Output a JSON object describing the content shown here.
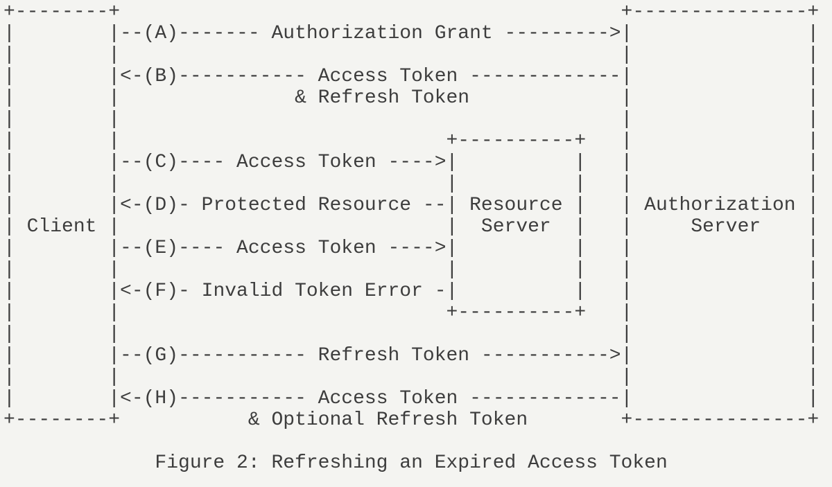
{
  "colors": {
    "background": "#f4f4f1",
    "ink": "#3d3d3d"
  },
  "figure": {
    "caption": "Figure 2: Refreshing an Expired Access Token",
    "lines": [
      "+--------+                                           +---------------+",
      "|        |--(A)------- Authorization Grant --------->|               |",
      "|        |                                           |               |",
      "|        |<-(B)----------- Access Token -------------|               |",
      "|        |               & Refresh Token             |               |",
      "|        |                                           |               |",
      "|        |                            +----------+   |               |",
      "|        |--(C)---- Access Token ---->|          |   |               |",
      "|        |                            |          |   |               |",
      "|        |<-(D)- Protected Resource --| Resource |   | Authorization |",
      "| Client |                            |  Server  |   |     Server    |",
      "|        |--(E)---- Access Token ---->|          |   |               |",
      "|        |                            |          |   |               |",
      "|        |<-(F)- Invalid Token Error -|          |   |               |",
      "|        |                            +----------+   |               |",
      "|        |                                           |               |",
      "|        |--(G)----------- Refresh Token ----------->|               |",
      "|        |                                           |               |",
      "|        |<-(H)----------- Access Token -------------|               |",
      "+--------+           & Optional Refresh Token        +---------------+"
    ],
    "actors": [
      "Client",
      "Resource Server",
      "Authorization Server"
    ],
    "steps": [
      {
        "id": "A",
        "from": "Client",
        "to": "Authorization Server",
        "label": "Authorization Grant"
      },
      {
        "id": "B",
        "from": "Authorization Server",
        "to": "Client",
        "label": "Access Token & Refresh Token"
      },
      {
        "id": "C",
        "from": "Client",
        "to": "Resource Server",
        "label": "Access Token"
      },
      {
        "id": "D",
        "from": "Resource Server",
        "to": "Client",
        "label": "Protected Resource"
      },
      {
        "id": "E",
        "from": "Client",
        "to": "Resource Server",
        "label": "Access Token"
      },
      {
        "id": "F",
        "from": "Resource Server",
        "to": "Client",
        "label": "Invalid Token Error"
      },
      {
        "id": "G",
        "from": "Client",
        "to": "Authorization Server",
        "label": "Refresh Token"
      },
      {
        "id": "H",
        "from": "Authorization Server",
        "to": "Client",
        "label": "Access Token & Optional Refresh Token"
      }
    ]
  }
}
